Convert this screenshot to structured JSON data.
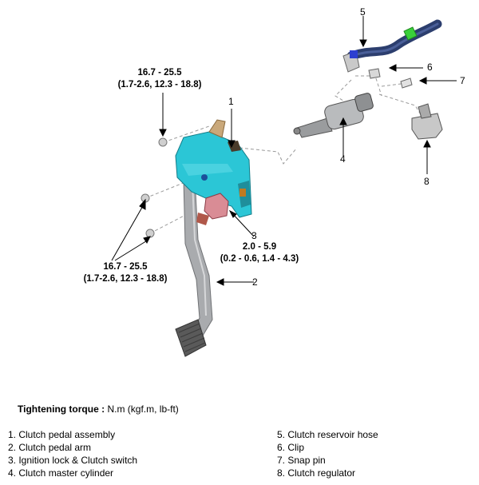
{
  "torque_labels": {
    "top_left": {
      "value": "16.7 - 25.5",
      "units": "(1.7-2.6, 12.3 - 18.8)"
    },
    "bottom_left": {
      "value": "16.7 - 25.5",
      "units": "(1.7-2.6, 12.3 - 18.8)"
    },
    "switch": {
      "value": "2.0 - 5.9",
      "units": "(0.2 - 0.6, 1.4 - 4.3)"
    }
  },
  "callouts": [
    "1",
    "2",
    "3",
    "4",
    "5",
    "6",
    "7",
    "8"
  ],
  "tightening_torque": {
    "label": "Tightening torque :",
    "units": "N.m (kgf.m, lb-ft)"
  },
  "legend": {
    "left": [
      "1. Clutch pedal assembly",
      "2. Clutch pedal arm",
      "3. Ignition lock & Clutch switch",
      "4. Clutch master cylinder"
    ],
    "right": [
      "5. Clutch reservoir hose",
      "6. Clip",
      "7. Snap pin",
      "8. Clutch regulator"
    ]
  },
  "colors": {
    "bracket": "#2bc6d6",
    "pedal_arm": "#a9abae",
    "switch": "#d98c95",
    "hose": "#2c3e6e",
    "clip_accent": "#3ad03a",
    "pad": "#5a5a5a"
  }
}
